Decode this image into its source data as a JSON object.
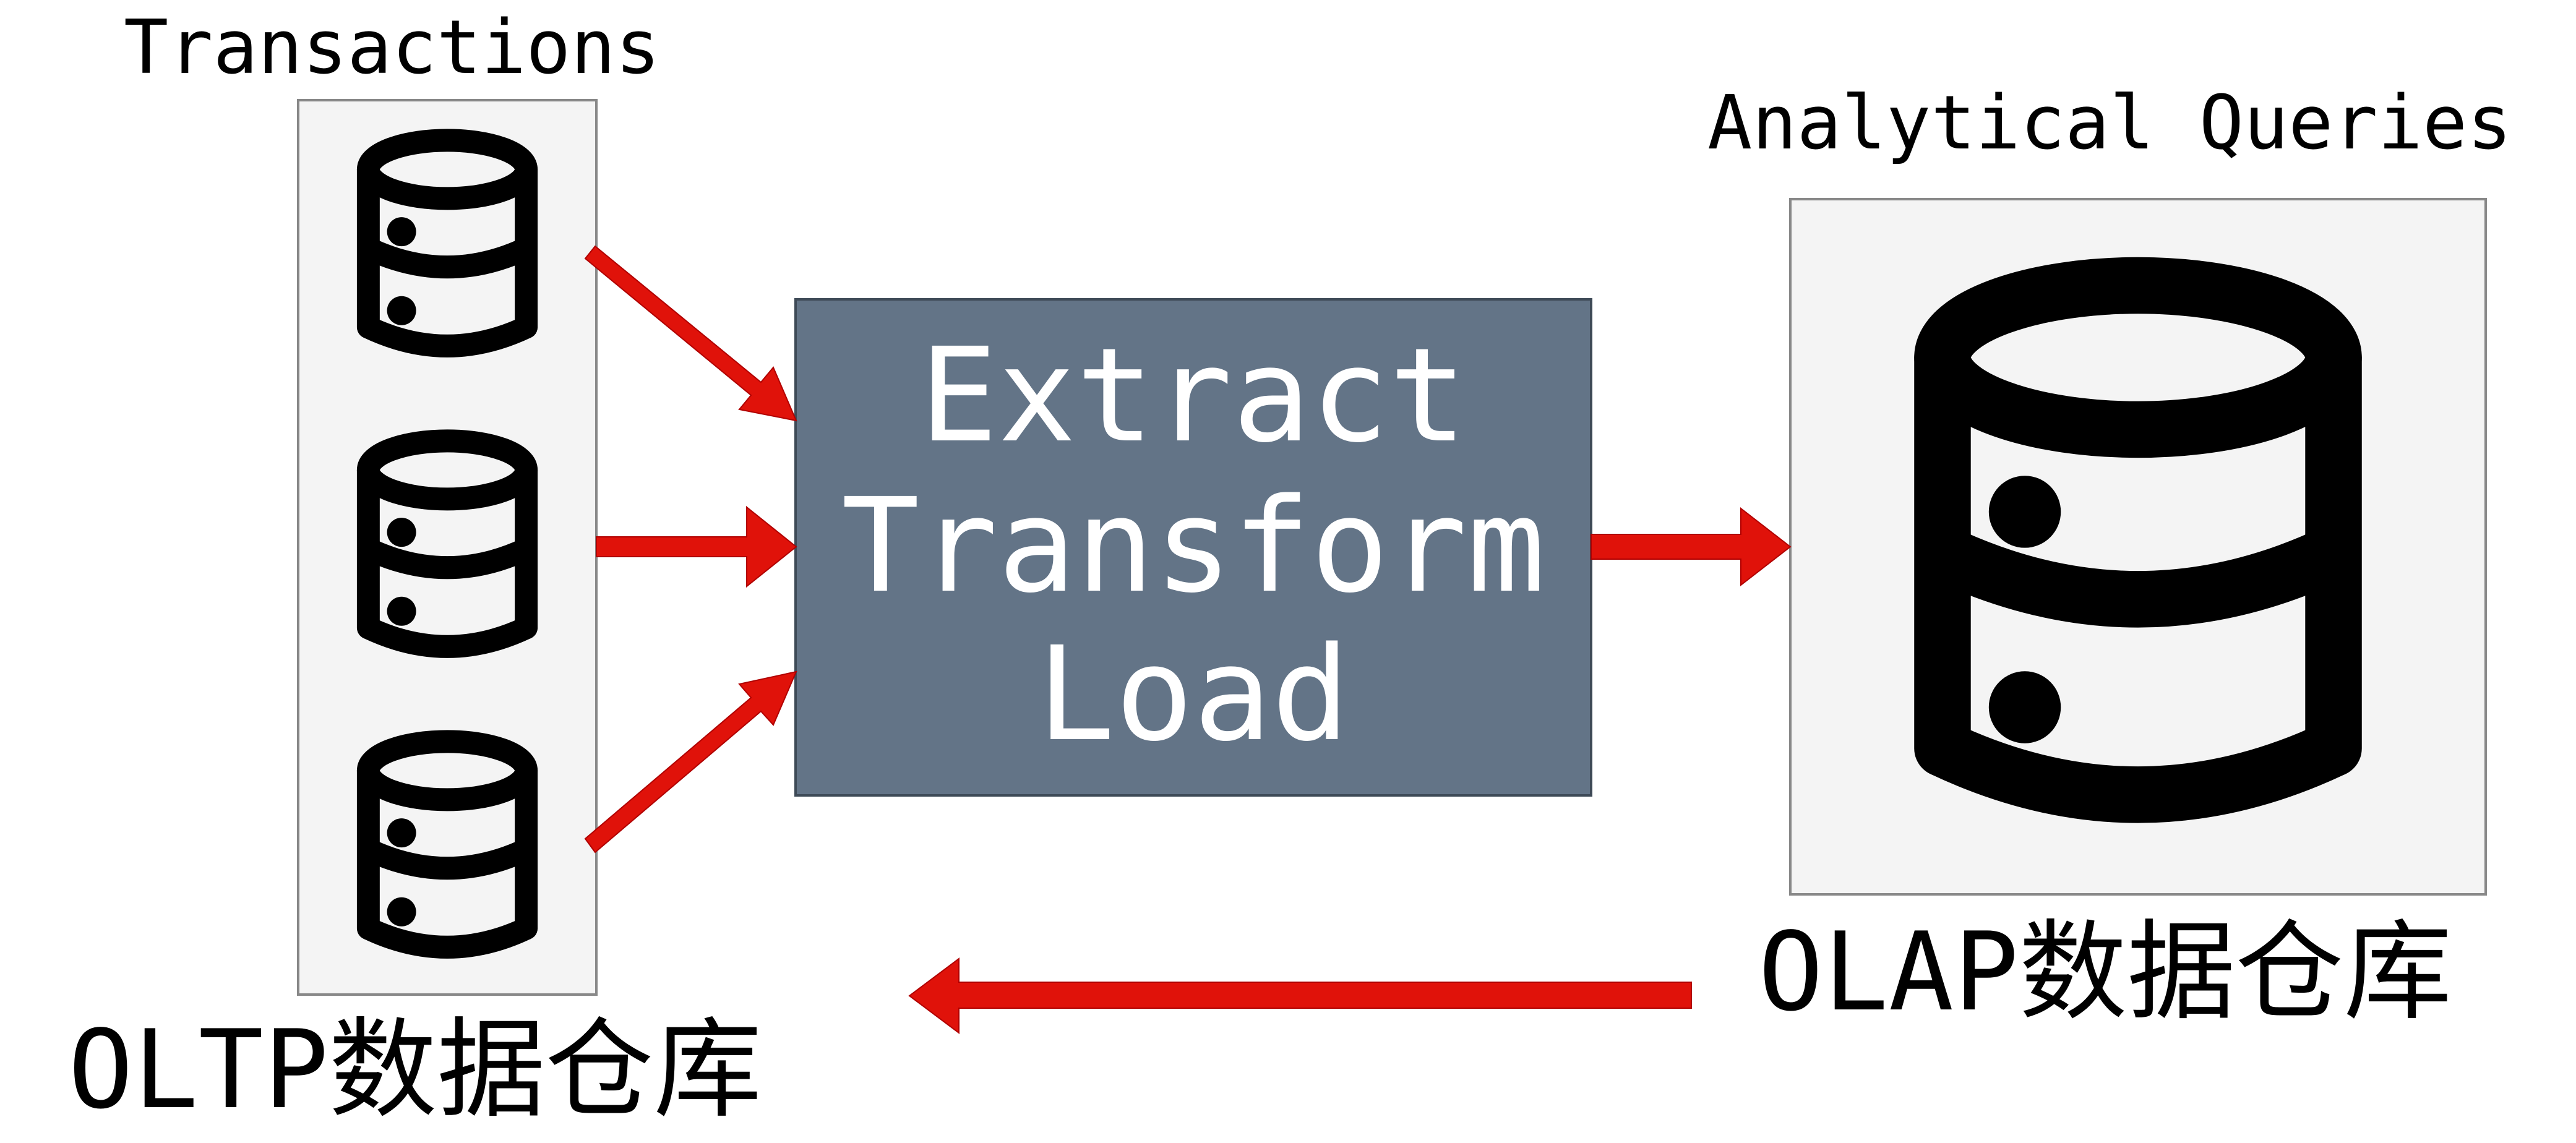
{
  "labels": {
    "transactions": "Transactions",
    "analytical_queries": "Analytical Queries",
    "oltp": "OLTP数据仓库",
    "olap": "OLAP数据仓库"
  },
  "etl": {
    "line1": "Extract",
    "line2": "Transform",
    "line3": "Load"
  },
  "colors": {
    "arrow": "#e0120a",
    "etl_box": "#637487",
    "panel": "#f4f4f4",
    "panel_border": "#888888",
    "icon": "#000000"
  },
  "icons": {
    "oltp_db": "database-icon",
    "olap_db": "database-icon"
  }
}
